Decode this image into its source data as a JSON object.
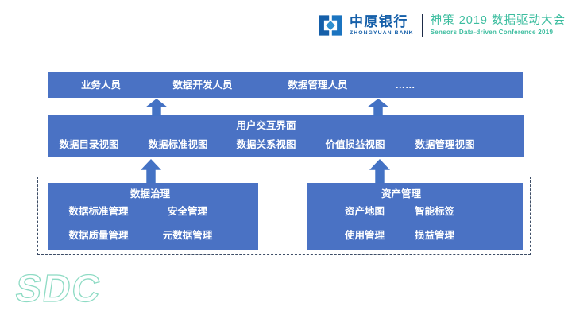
{
  "header": {
    "bank": {
      "name_cn": "中原银行",
      "name_en": "ZHONGYUAN BANK",
      "logo_color": "#155fa9"
    },
    "conference": {
      "title_cn": "神策 2019 数据驱动大会",
      "title_en": "Sensors Data-driven Conference 2019",
      "accent_color": "#3cbd9f"
    }
  },
  "diagram": {
    "colors": {
      "box_blue": "#4a72c4",
      "arrow_blue": "#4472c4",
      "dashed_border": "#3d4d66",
      "box_text": "#ffffff"
    },
    "users_layer": {
      "items": [
        "业务人员",
        "数据开发人员",
        "数据管理人员",
        "……"
      ]
    },
    "ui_layer": {
      "title": "用户交互界面",
      "items": [
        "数据目录视图",
        "数据标准视图",
        "数据关系视图",
        "价值损益视图",
        "数据管理视图"
      ]
    },
    "governance": {
      "title": "数据治理",
      "items": [
        "数据标准管理",
        "安全管理",
        "数据质量管理",
        "元数据管理"
      ]
    },
    "assets": {
      "title": "资产管理",
      "items": [
        "资产地图",
        "智能标签",
        "使用管理",
        "损益管理"
      ]
    }
  },
  "watermark": {
    "text": "SDC",
    "color": "#8edbc4"
  }
}
